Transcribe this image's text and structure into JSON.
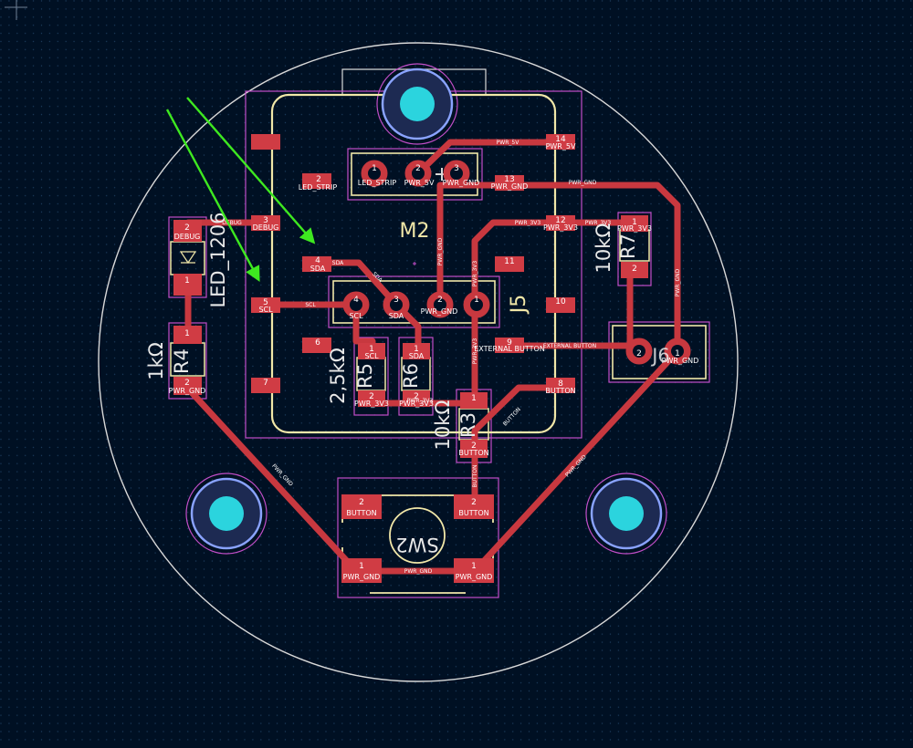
{
  "colors": {
    "background": "#001023",
    "grid": "#14324e",
    "trace": "#c8383f",
    "pad": "#d03c44",
    "silkscreen": "#f1e7a8",
    "courtyard": "#c24ec8",
    "edge": "#d8d8d8",
    "via_fill": "#2bd4de",
    "via_ring": "#8aa3ff",
    "arrow": "#3ee820"
  },
  "refs": {
    "m2": "M2",
    "j5": "J5",
    "led": "LED_1206",
    "r4": "R4",
    "r4_val": "1kΩ",
    "r7": "R7",
    "r7_val": "10kΩ",
    "r5": "R5",
    "r6": "R6",
    "r56_val": "2,5kΩ",
    "r3": "R3",
    "r3_val": "10kΩ",
    "sw2": "SW2",
    "j6_hidden": "J6"
  },
  "nets": {
    "pwr_5v": "PWR_5V",
    "pwr_gnd": "PWR_GND",
    "pwr_3v3": "PWR_3V3",
    "led_strip": "LED_STRIP",
    "debug": "DEBUG",
    "sda": "SDA",
    "scl": "SCL",
    "button": "BUTTON",
    "external_button": "EXTERNAL BUTTON"
  },
  "pins": {
    "p1": "1",
    "p2": "2",
    "p3": "3",
    "p4": "4",
    "p5": "5",
    "p6": "6",
    "p7": "7",
    "p8": "8",
    "p9": "9",
    "p10": "10",
    "p11": "11",
    "p12": "12",
    "p13": "13",
    "p14": "14"
  }
}
